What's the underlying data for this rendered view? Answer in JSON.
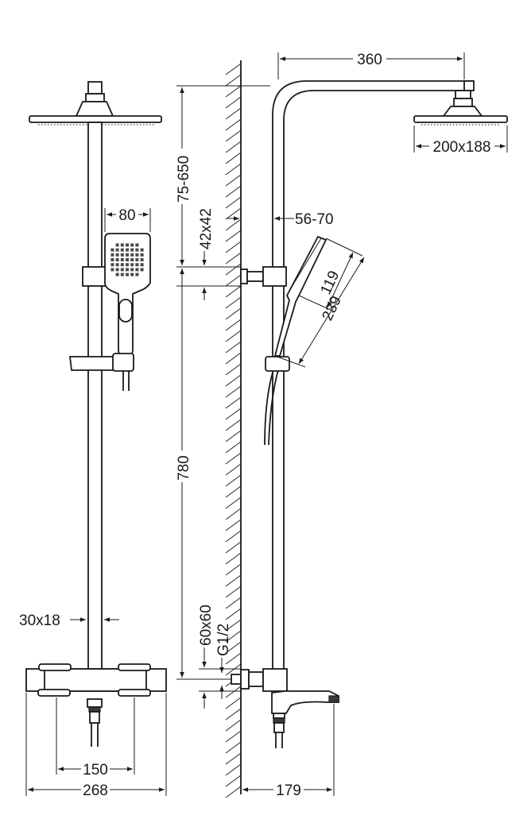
{
  "dimensions": {
    "arm_length": "360",
    "head_size": "200x188",
    "handshower_width": "80",
    "ceiling_height": "75-650",
    "bracket_size": "42x42",
    "wall_offset": "56-70",
    "handshower_width_side": "119",
    "handshower_length": "239",
    "rail_height": "780",
    "rail_section": "30x18",
    "connector_size": "60x60",
    "thread": "G1/2",
    "inlet_centers": "150",
    "mixer_width": "268",
    "spout_projection": "179"
  }
}
